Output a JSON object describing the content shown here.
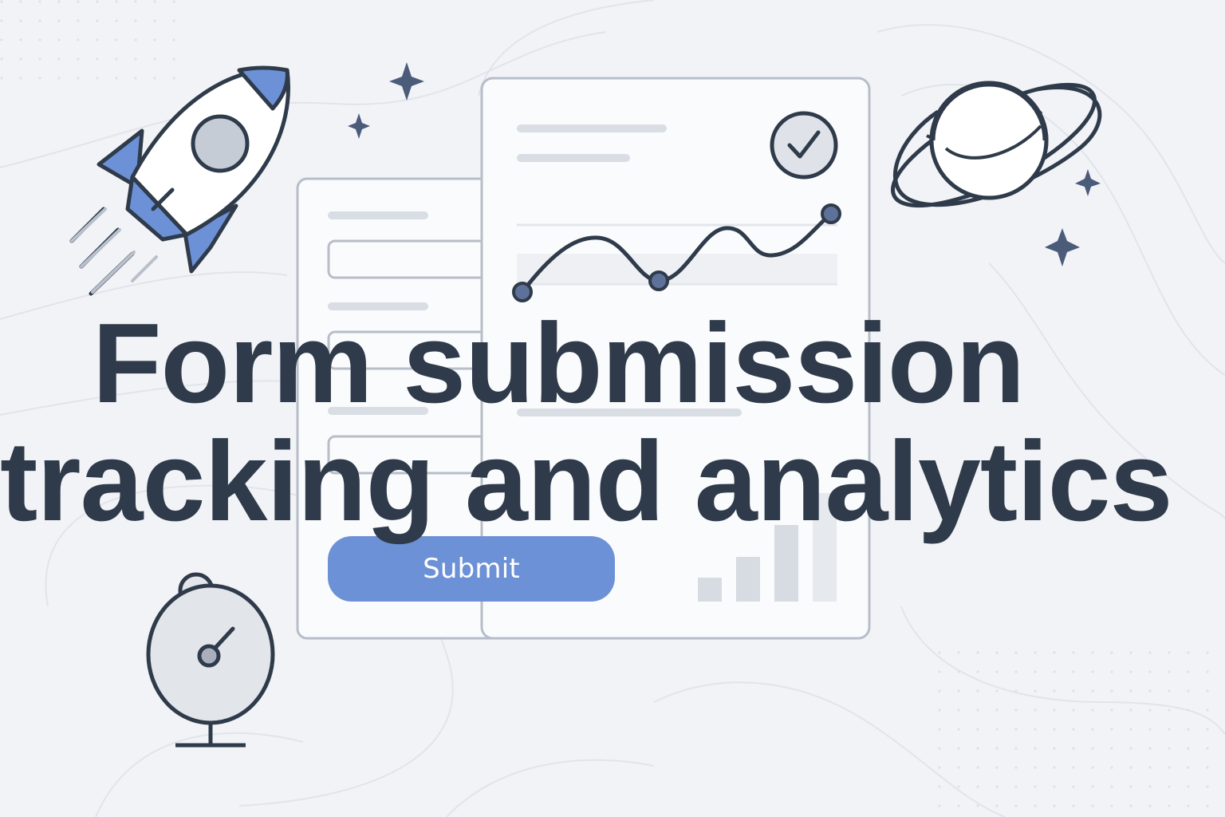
{
  "headline": {
    "line1": "Form submission",
    "line2": "tracking and analytics"
  },
  "form": {
    "submit_label": "Submit"
  },
  "icons": {
    "rocket": "rocket-icon",
    "planet": "planet-icon",
    "timer": "stopwatch-icon",
    "check": "checkmark-circle-icon",
    "sparkles": "sparkle-icon"
  },
  "colors": {
    "background": "#f1f3f7",
    "accent": "#6d91d6",
    "ink": "#2f3b4a",
    "card": "#fafbfc",
    "card_border": "#b7bec9",
    "placeholder": "#d9dde4"
  }
}
